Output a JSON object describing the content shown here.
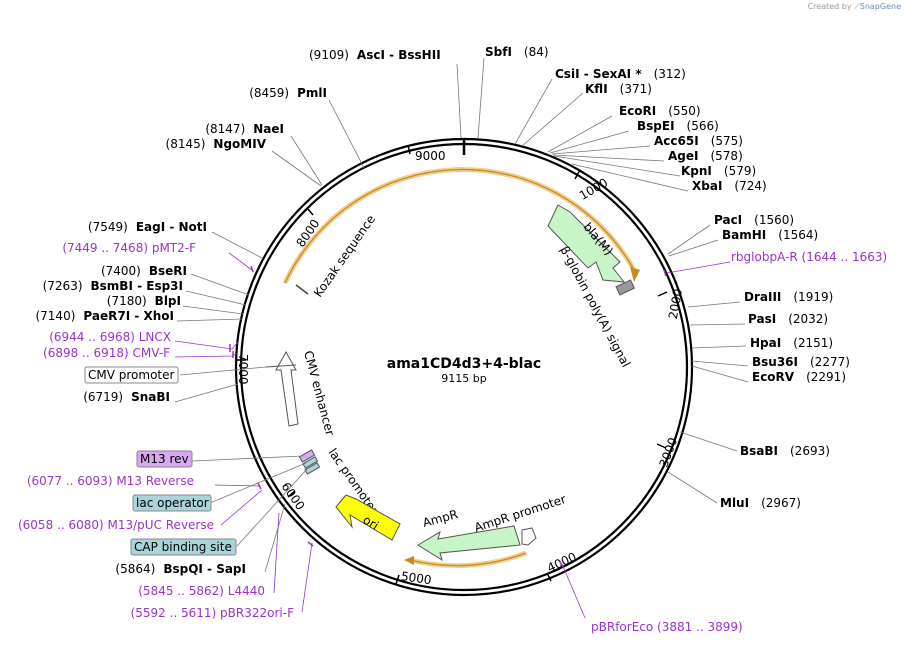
{
  "credit": {
    "prefix": "Created by",
    "brand": "SnapGene"
  },
  "plasmid": {
    "name": "ama1CD4d3+4-blac",
    "length_label": "9115 bp"
  },
  "ticks": [
    "1000",
    "2000",
    "3000",
    "4000",
    "5000",
    "6000",
    "7000",
    "8000",
    "9000"
  ],
  "enzymes": [
    {
      "id": "ascI",
      "pos": "(9109)",
      "names": "AscI  -  BssHII"
    },
    {
      "id": "sbfI",
      "pos": "(84)",
      "names": "SbfI"
    },
    {
      "id": "csiI",
      "pos": "(312)",
      "names": "CsiI  -  SexAI *"
    },
    {
      "id": "kflI",
      "pos": "(371)",
      "names": "KflI"
    },
    {
      "id": "ecoRI",
      "pos": "(550)",
      "names": "EcoRI"
    },
    {
      "id": "bspEI",
      "pos": "(566)",
      "names": "BspEI"
    },
    {
      "id": "acc65I",
      "pos": "(575)",
      "names": "Acc65I"
    },
    {
      "id": "ageI",
      "pos": "(578)",
      "names": "AgeI"
    },
    {
      "id": "kpnI",
      "pos": "(579)",
      "names": "KpnI"
    },
    {
      "id": "xbaI",
      "pos": "(724)",
      "names": "XbaI"
    },
    {
      "id": "pacI",
      "pos": "(1560)",
      "names": "PacI"
    },
    {
      "id": "bamHI",
      "pos": "(1564)",
      "names": "BamHI"
    },
    {
      "id": "draIII",
      "pos": "(1919)",
      "names": "DraIII"
    },
    {
      "id": "pasI",
      "pos": "(2032)",
      "names": "PasI"
    },
    {
      "id": "hpaI",
      "pos": "(2151)",
      "names": "HpaI"
    },
    {
      "id": "bsu36I",
      "pos": "(2277)",
      "names": "Bsu36I"
    },
    {
      "id": "ecoRV",
      "pos": "(2291)",
      "names": "EcoRV"
    },
    {
      "id": "bsaBI",
      "pos": "(2693)",
      "names": "BsaBI"
    },
    {
      "id": "mluI",
      "pos": "(2967)",
      "names": "MluI"
    },
    {
      "id": "pmlI",
      "pos": "(8459)",
      "names": "PmlI"
    },
    {
      "id": "naeI",
      "pos": "(8147)",
      "names": "NaeI"
    },
    {
      "id": "ngoMIV",
      "pos": "(8145)",
      "names": "NgoMIV"
    },
    {
      "id": "eagI",
      "pos": "(7549)",
      "names": "EagI  -  NotI"
    },
    {
      "id": "bseRI",
      "pos": "(7400)",
      "names": "BseRI"
    },
    {
      "id": "bsmBI",
      "pos": "(7263)",
      "names": "BsmBI  -  Esp3I"
    },
    {
      "id": "blpI",
      "pos": "(7180)",
      "names": "BlpI"
    },
    {
      "id": "paeR7I",
      "pos": "(7140)",
      "names": "PaeR7I  -  XhoI"
    },
    {
      "id": "snaBI",
      "pos": "(6719)",
      "names": "SnaBI"
    },
    {
      "id": "bspQI",
      "pos": "(5864)",
      "names": "BspQI  -  SapI"
    }
  ],
  "primers": [
    {
      "id": "pmt2f",
      "text": "(7449 .. 7468)  pMT2-F"
    },
    {
      "id": "lncx",
      "text": "(6944 .. 6968)  LNCX"
    },
    {
      "id": "cmvf",
      "text": "(6898 .. 6918)  CMV-F"
    },
    {
      "id": "rbglob",
      "text": "rbglobpA-R   (1644 .. 1663)"
    },
    {
      "id": "m13rev",
      "text": "(6077 .. 6093)  M13 Reverse"
    },
    {
      "id": "m13puc",
      "text": "(6058 .. 6080)  M13/pUC Reverse"
    },
    {
      "id": "l4440",
      "text": "(5845 .. 5862)  L4440"
    },
    {
      "id": "pbr322",
      "text": "(5592 .. 5611)  pBR322ori-F"
    },
    {
      "id": "pbrforeco",
      "text": "pBRforEco   (3881 .. 3899)"
    }
  ],
  "boxed": [
    {
      "id": "cmvpromoter",
      "text": "CMV promoter"
    },
    {
      "id": "m13revbox",
      "text": "M13 rev"
    },
    {
      "id": "lacop",
      "text": "lac operator"
    },
    {
      "id": "cap",
      "text": "CAP binding site"
    }
  ],
  "features": {
    "kozak": "Kozak sequence",
    "bla": "bla(M)",
    "betaglobin": "β-globin poly(A) signal",
    "cmvenh": "CMV enhancer",
    "lacprom": "lac promoter",
    "ori": "ori",
    "ampr": "AmpR",
    "amprprom": "AmpR promoter"
  },
  "colors": {
    "orf_orange": "#e0a030",
    "bla_green": "#c8f5c8",
    "ori_yellow": "#ffff00",
    "primer_purple": "#9933cc",
    "box_cyan": "#a8d4dc",
    "box_purple": "#d9a8f0"
  }
}
